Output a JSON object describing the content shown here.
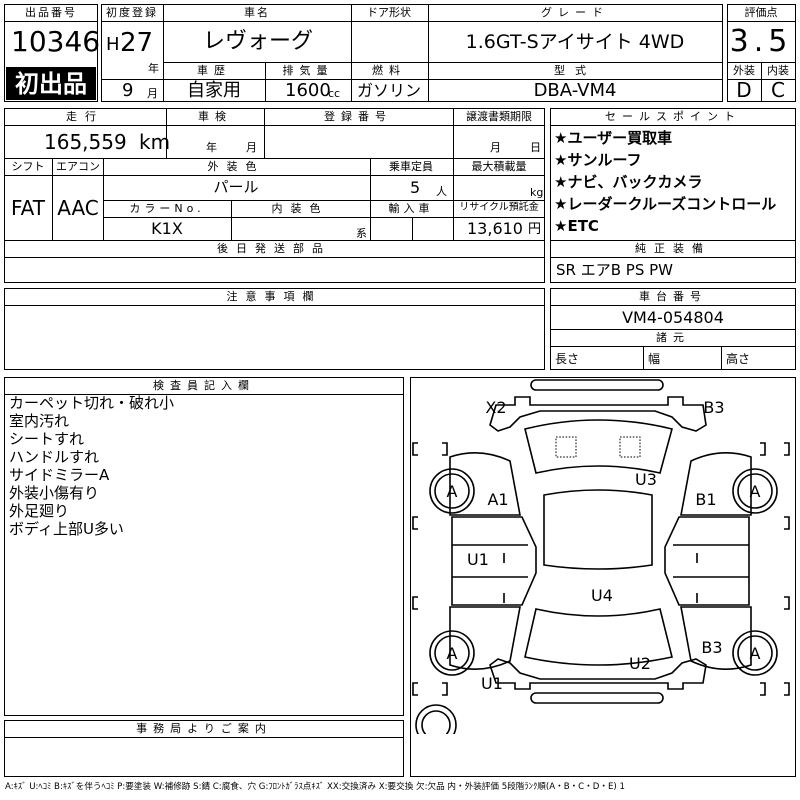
{
  "header": {
    "lot_no_label": "出品番号",
    "lot_no": "10346",
    "first_listing": "初出品",
    "first_reg_label": "初度登録",
    "era": "H",
    "year": "27",
    "year_unit": "年",
    "month": "9",
    "month_unit": "月",
    "car_name_label": "車名",
    "car_name": "レヴォーグ",
    "door_label": "ドア形状",
    "door_value": "",
    "grade_label": "グレード",
    "grade": "1.6GT-Sアイサイト 4WD",
    "score_label": "評価点",
    "score": "3.5",
    "history_label": "車歴",
    "history": "自家用",
    "displacement_label": "排気量",
    "displacement": "1600",
    "displacement_unit": "cc",
    "fuel_label": "燃料",
    "fuel": "ガソリン",
    "model_label": "型式",
    "model": "DBA-VM4",
    "exterior_label": "外装",
    "exterior_grade": "D",
    "interior_label": "内装",
    "interior_grade": "C"
  },
  "details": {
    "mileage_label": "走行",
    "mileage": "165,559",
    "mileage_unit": "km",
    "inspection_label": "車検",
    "inspection_year_unit": "年",
    "inspection_month_unit": "月",
    "reg_no_label": "登録番号",
    "transfer_label": "譲渡書類期限",
    "transfer_month_unit": "月",
    "transfer_day_unit": "日",
    "shift_label": "シフト",
    "shift": "FAT",
    "ac_label": "エアコン",
    "ac": "AAC",
    "ext_color_label": "外装色",
    "ext_color": "パール",
    "capacity_label": "乗車定員",
    "capacity": "5",
    "capacity_unit": "人",
    "load_label": "最大積載量",
    "load_unit": "kg",
    "color_no_label": "カラーNo.",
    "color_no": "K1X",
    "int_color_label": "内装色",
    "int_color_unit": "系",
    "import_label": "輸入車",
    "recycle_label": "リサイクル預託金",
    "recycle": "13,610",
    "recycle_unit": "円",
    "later_parts_label": "後日発送部品"
  },
  "sales_points": {
    "label": "セールスポイント",
    "items": [
      "★ユーザー買取車",
      "★サンルーフ",
      "★ナビ、バックカメラ",
      "★レーダークルーズコントロール",
      "★ETC"
    ]
  },
  "equipment": {
    "label": "純正装備",
    "value": "SR エアB PS PW"
  },
  "notes": {
    "label": "注意事項欄"
  },
  "chassis": {
    "label": "車台番号",
    "value": "VM4-054804",
    "specs_label": "諸元",
    "length_label": "長さ",
    "width_label": "幅",
    "height_label": "高さ"
  },
  "inspector": {
    "label": "検査員記入欄",
    "lines": [
      "カーペット切れ・破れ小",
      "室内汚れ",
      "シートすれ",
      "ハンドルすれ",
      "サイドミラーA",
      "外装小傷有り",
      "外足廻り",
      "ボディ上部U多い"
    ]
  },
  "office": {
    "label": "事務局よりご案内"
  },
  "diagram": {
    "marks": [
      "X2",
      "B3",
      "U3",
      "A1",
      "B1",
      "U1",
      "U4",
      "B3",
      "U2",
      "U1"
    ],
    "wheel_marks": [
      "A",
      "A",
      "A",
      "A"
    ]
  },
  "legend": "A:ｷｽﾞ U:ﾍｺﾐ B:ｷｽﾞを伴うﾍｺﾐ P:要塗装 W:補修跡 S:錆 C:腐食、穴 G:ﾌﾛﾝﾄｶﾞﾗｽ点ｷｽﾞ XX:交換済み X:要交換 欠:欠品 内・外装評価 5段階ﾗﾝｸ順(A・B・C・D・E) 1"
}
